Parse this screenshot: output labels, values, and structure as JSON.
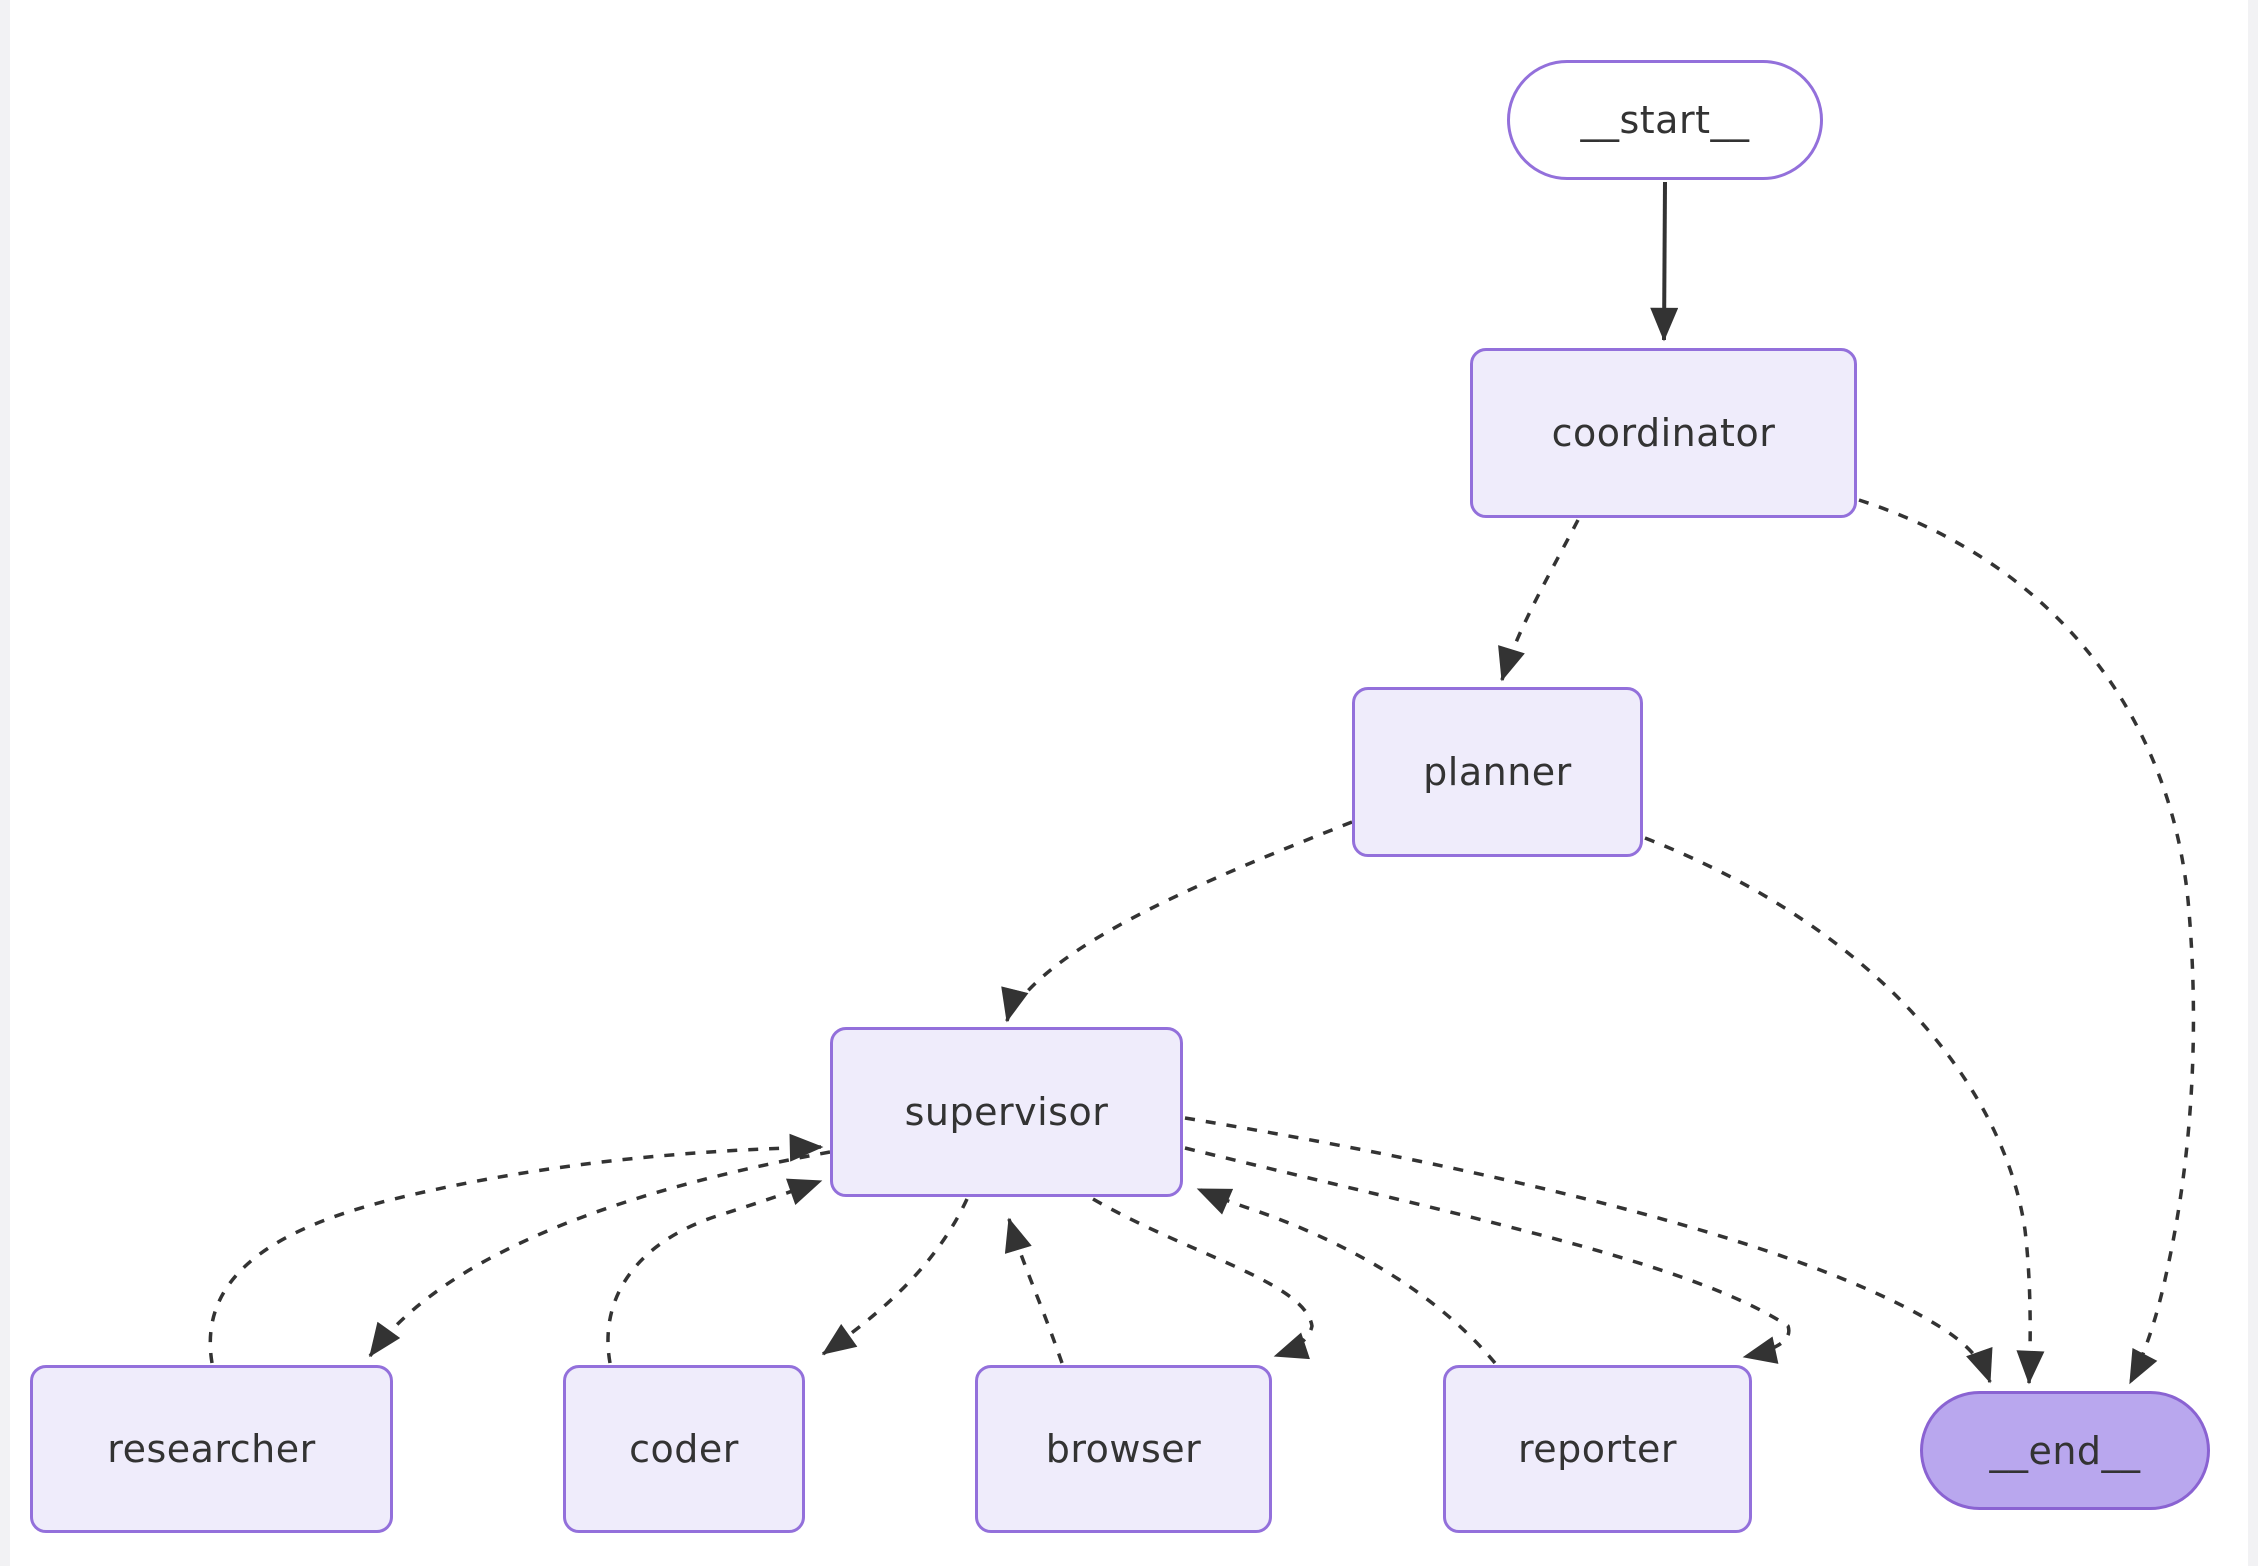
{
  "diagram": {
    "type": "flowchart",
    "direction": "top-down",
    "colors": {
      "canvas": "#ffffff",
      "page_gutter": "#f2f2f4",
      "node_fill": "#EFECFB",
      "node_border": "#9370DB",
      "start_fill": "#ffffff",
      "end_fill": "#B9A7EE",
      "end_border": "#8A63D2",
      "edge_stroke": "#333333",
      "text": "#333333"
    },
    "nodes": {
      "start": {
        "label": "__start__",
        "shape": "stadium"
      },
      "coordinator": {
        "label": "coordinator",
        "shape": "rect"
      },
      "planner": {
        "label": "planner",
        "shape": "rect"
      },
      "supervisor": {
        "label": "supervisor",
        "shape": "rect"
      },
      "researcher": {
        "label": "researcher",
        "shape": "rect"
      },
      "coder": {
        "label": "coder",
        "shape": "rect"
      },
      "browser": {
        "label": "browser",
        "shape": "rect"
      },
      "reporter": {
        "label": "reporter",
        "shape": "rect"
      },
      "end": {
        "label": "__end__",
        "shape": "stadium"
      }
    },
    "edges": [
      {
        "from": "__start__",
        "to": "coordinator",
        "style": "solid"
      },
      {
        "from": "coordinator",
        "to": "planner",
        "style": "dotted"
      },
      {
        "from": "coordinator",
        "to": "__end__",
        "style": "dotted"
      },
      {
        "from": "planner",
        "to": "supervisor",
        "style": "dotted"
      },
      {
        "from": "planner",
        "to": "__end__",
        "style": "dotted"
      },
      {
        "from": "supervisor",
        "to": "researcher",
        "style": "dotted"
      },
      {
        "from": "researcher",
        "to": "supervisor",
        "style": "dotted"
      },
      {
        "from": "supervisor",
        "to": "coder",
        "style": "dotted"
      },
      {
        "from": "coder",
        "to": "supervisor",
        "style": "dotted"
      },
      {
        "from": "supervisor",
        "to": "browser",
        "style": "dotted"
      },
      {
        "from": "browser",
        "to": "supervisor",
        "style": "dotted"
      },
      {
        "from": "supervisor",
        "to": "reporter",
        "style": "dotted"
      },
      {
        "from": "reporter",
        "to": "supervisor",
        "style": "dotted"
      },
      {
        "from": "supervisor",
        "to": "__end__",
        "style": "dotted"
      }
    ]
  }
}
